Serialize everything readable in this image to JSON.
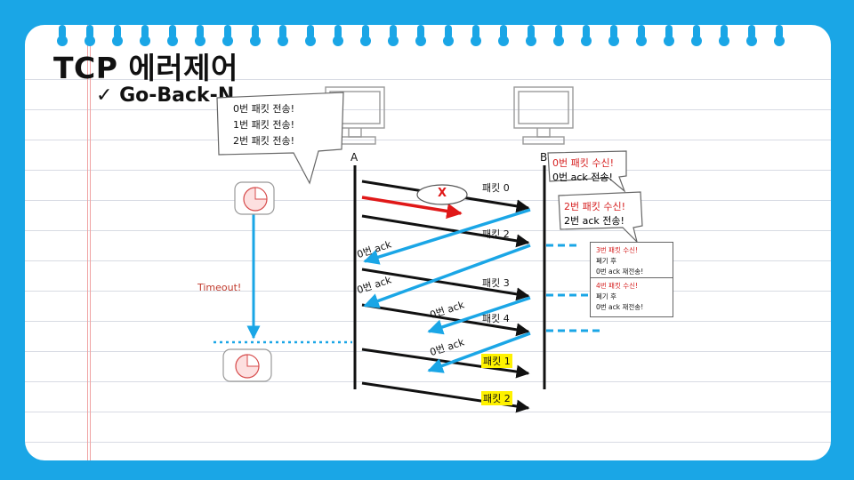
{
  "slide": {
    "title": "TCP 에러제어",
    "subtitle": "✓  Go-Back-N"
  },
  "speech": {
    "lines": [
      "0번 패킷 전송!",
      "1번 패킷 전송!",
      "2번 패킷 전송!"
    ]
  },
  "endpoints": {
    "sender": "A",
    "receiver": "B"
  },
  "timeout_label": "Timeout!",
  "packets": [
    {
      "label": "패킷 0",
      "highlight": false
    },
    {
      "label": "패킷 2",
      "highlight": false
    },
    {
      "label": "패킷 3",
      "highlight": false
    },
    {
      "label": "패킷 4",
      "highlight": false
    },
    {
      "label": "패킷 1",
      "highlight": true
    },
    {
      "label": "패킷 2",
      "highlight": true
    }
  ],
  "acks": [
    "0번 ack",
    "0번 ack",
    "0번 ack",
    "0번 ack"
  ],
  "lost_mark": "X",
  "receiver_notes": [
    {
      "head": "0번 패킷 수신!",
      "body": "0번 ack 전송!"
    },
    {
      "head": "2번 패킷 수신!",
      "body": "2번 ack 전송!"
    },
    {
      "head": "3번 패킷 수신!",
      "body1": "폐기 후",
      "body2": "0번 ack 재전송!"
    },
    {
      "head": "4번 패킷 수신!",
      "body1": "폐기 후",
      "body2": "0번 ack 재전송!"
    }
  ],
  "colors": {
    "background": "#1aa6e6",
    "arrow_data": "#111111",
    "arrow_ack": "#1aa6e6",
    "arrow_lost": "#e01818",
    "note_red": "#d62020"
  }
}
